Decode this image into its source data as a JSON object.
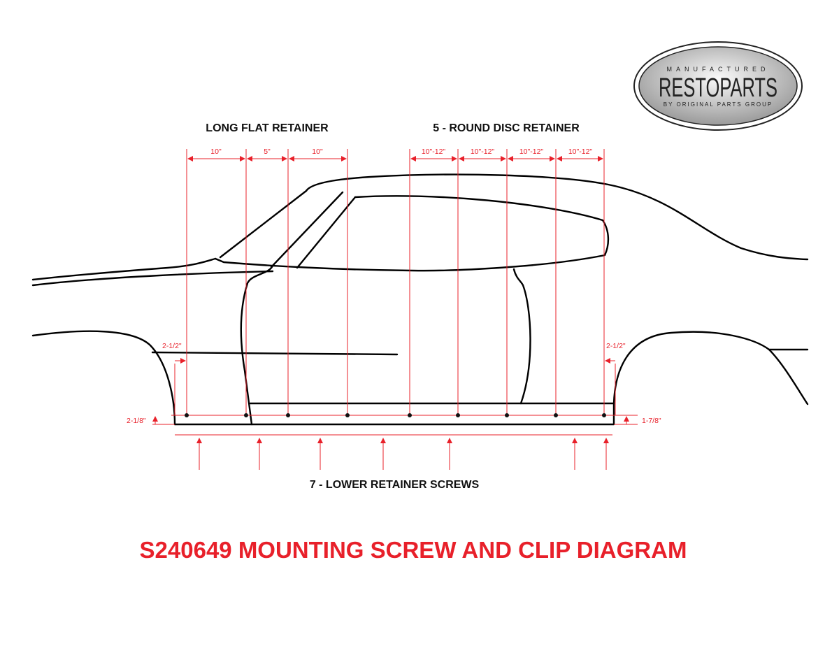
{
  "logo": {
    "top": "MANUFACTURED",
    "name": "RESTOPARTS",
    "bottom": "BY ORIGINAL PARTS GROUP"
  },
  "labels": {
    "long_flat": "LONG FLAT RETAINER",
    "round_disc": "5 - ROUND DISC RETAINER",
    "lower_screws": "7 - LOWER RETAINER SCREWS"
  },
  "dimensions": {
    "top": [
      "10\"",
      "5\"",
      "10\"",
      "10\"-12\"",
      "10\"-12\"",
      "10\"-12\"",
      "10\"-12\""
    ],
    "front_offset": "2-1/2\"",
    "rear_offset": "2-1/2\"",
    "front_height": "2-1/8\"",
    "rear_height": "1-7/8\""
  },
  "title": "S240649 MOUNTING SCREW AND CLIP DIAGRAM",
  "colors": {
    "accent": "#e8202a"
  }
}
